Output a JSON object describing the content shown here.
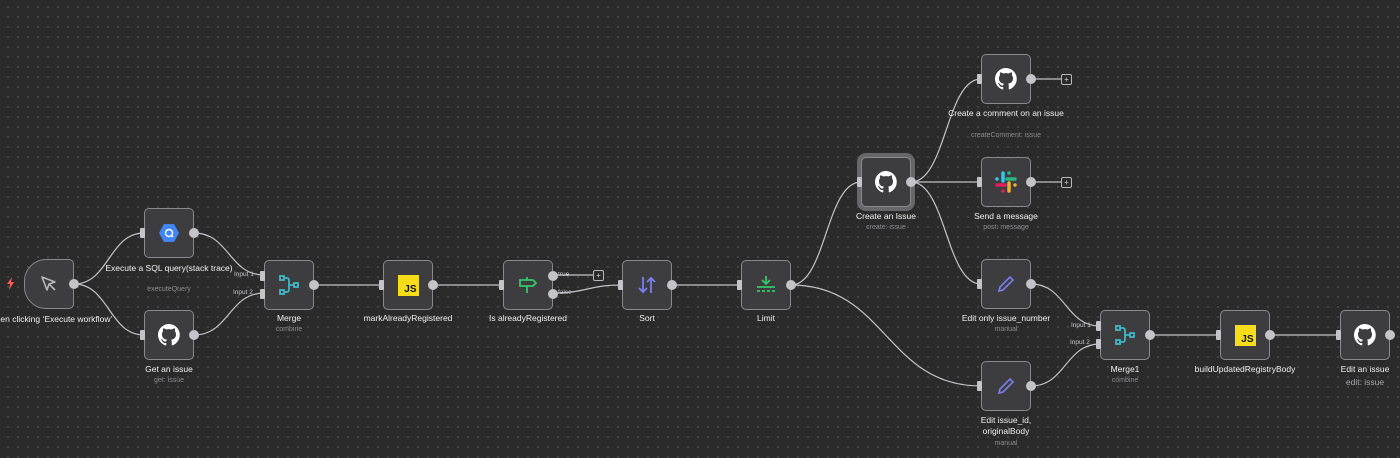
{
  "nodes": {
    "trigger": {
      "label": "When clicking ‘Execute workflow’"
    },
    "sql": {
      "label": "Execute a SQL query(stack trace)",
      "sub": "executeQuery"
    },
    "get_issue": {
      "label": "Get an issue",
      "sub": "get: issue"
    },
    "merge": {
      "label": "Merge",
      "sub": "combine",
      "input1": "Input 1",
      "input2": "Input 2"
    },
    "mark": {
      "label": "markAlreadyRegistered",
      "icon_text": "JS"
    },
    "if": {
      "label": "Is alreadyRegistered",
      "true_label": "true",
      "false_label": "false"
    },
    "sort": {
      "label": "Sort"
    },
    "limit": {
      "label": "Limit"
    },
    "create_issue": {
      "label": "Create an Issue",
      "sub": "create: issue"
    },
    "comment": {
      "label": "Create a comment on an issue",
      "sub": "createComment: issue"
    },
    "slack": {
      "label": "Send a message",
      "sub": "post: message"
    },
    "edit_number": {
      "label": "Edit only issue_number",
      "sub": "manual"
    },
    "edit_id": {
      "label": "Edit issue_id, originalBody",
      "sub": "manual"
    },
    "merge1": {
      "label": "Merge1",
      "sub": "combine",
      "input1": "Input 1",
      "input2": "Input 2"
    },
    "build": {
      "label": "buildUpdatedRegistryBody",
      "icon_text": "JS"
    },
    "edit_issue": {
      "label": "Edit an issue",
      "sub": "edit: issue"
    }
  },
  "add_button": "+",
  "colors": {
    "canvas": "#2a2a2b",
    "node": "#3d3d40",
    "edge": "#c4c4c8",
    "trigger": "#ff5a4e",
    "merge": "#3fb8c9",
    "if": "#36c76a",
    "sort": "#7b7ff0",
    "js": "#f5de19",
    "bigquery": "#4285f4"
  }
}
